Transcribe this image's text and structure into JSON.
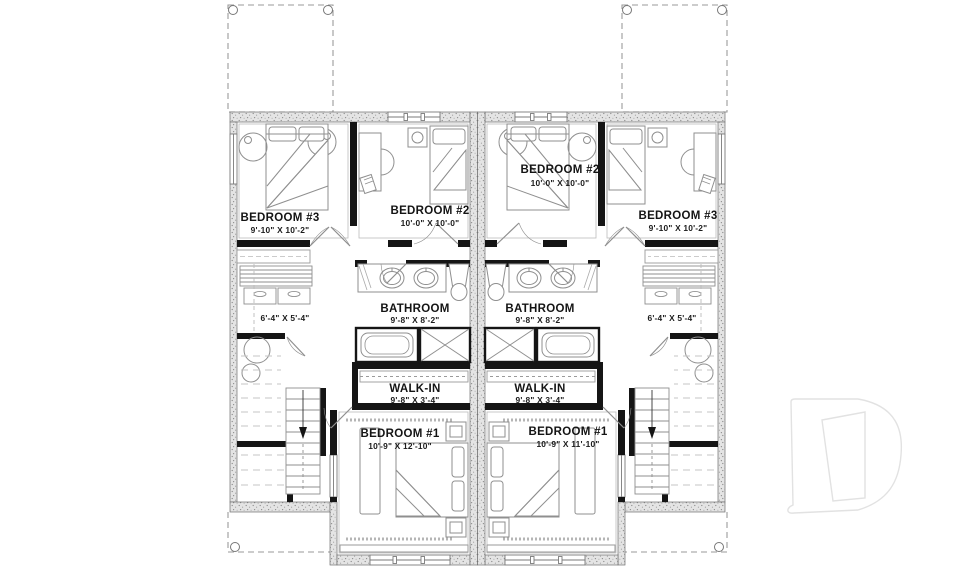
{
  "plan_type": "duplex-second-floor",
  "watermark": {
    "letter": "D"
  },
  "colors": {
    "wall_black": "#151515",
    "exterior_fill": "#e3e3e3",
    "stipple_dot": "#8a8a8a",
    "furniture_line": "#8f8f8f",
    "dashed_line": "#9a9a9a",
    "text": "#141414",
    "watermark": "#e2e2e2"
  },
  "units": {
    "left": {
      "bedroom3": {
        "name": "BEDROOM #3",
        "dims": "9'-10\" X 10'-2\""
      },
      "bedroom2": {
        "name": "BEDROOM #2",
        "dims": "10'-0\" X 10'-0\""
      },
      "bathroom": {
        "name": "BATHROOM",
        "dims": "9'-8\" X 8'-2\""
      },
      "closet": {
        "dims": "6'-4\" X 5'-4\""
      },
      "walkin": {
        "name": "WALK-IN",
        "dims": "9'-8\" X 3'-4\""
      },
      "bedroom1": {
        "name": "BEDROOM #1",
        "dims": "10'-9\" X 12'-10\""
      }
    },
    "right": {
      "bedroom2": {
        "name": "BEDROOM #2",
        "dims": "10'-0\" X 10'-0\""
      },
      "bedroom3": {
        "name": "BEDROOM #3",
        "dims": "9'-10\" X 10'-2\""
      },
      "bathroom": {
        "name": "BATHROOM",
        "dims": "9'-8\" X 8'-2\""
      },
      "closet": {
        "dims": "6'-4\" X 5'-4\""
      },
      "walkin": {
        "name": "WALK-IN",
        "dims": "9'-8\" X 3'-4\""
      },
      "bedroom1": {
        "name": "BEDROOM #1",
        "dims": "10'-9\" X 11'-10\""
      }
    }
  }
}
